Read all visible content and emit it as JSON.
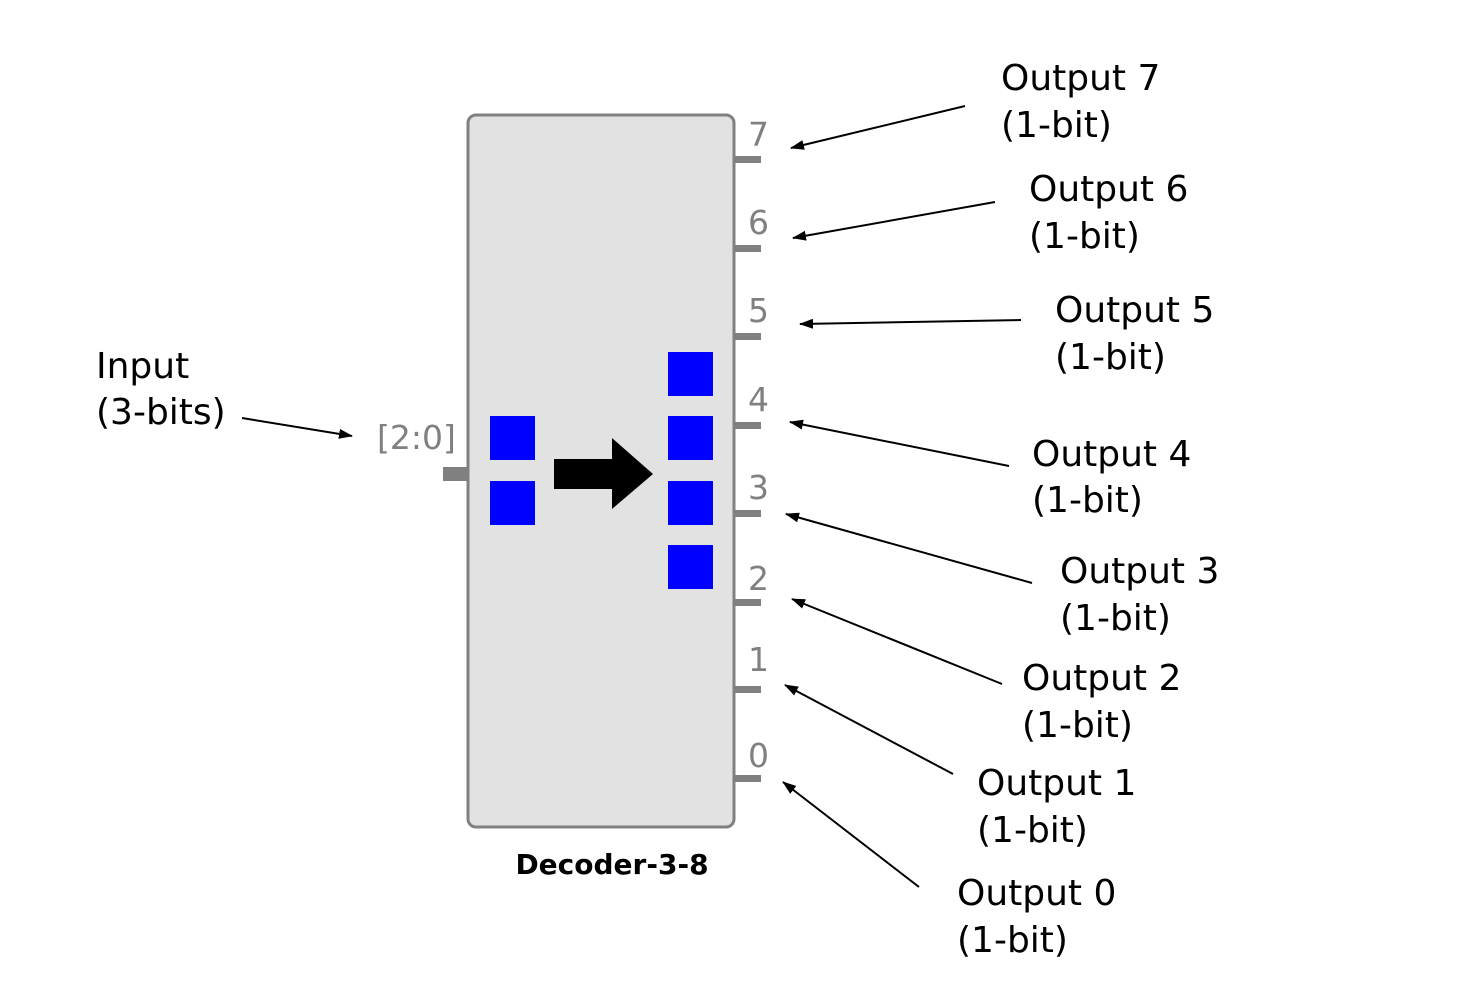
{
  "component": {
    "name": "Decoder-3-8",
    "input_pin_label": "[2:0]",
    "output_pin_labels": [
      "7",
      "6",
      "5",
      "4",
      "3",
      "2",
      "1",
      "0"
    ]
  },
  "input_annotation": {
    "line1": "Input",
    "line2": "(3-bits)"
  },
  "output_annotations": [
    {
      "line1": "Output 7",
      "line2": "(1-bit)"
    },
    {
      "line1": "Output 6",
      "line2": "(1-bit)"
    },
    {
      "line1": "Output 5",
      "line2": "(1-bit)"
    },
    {
      "line1": "Output 4",
      "line2": "(1-bit)"
    },
    {
      "line1": "Output 3",
      "line2": "(1-bit)"
    },
    {
      "line1": "Output 2",
      "line2": "(1-bit)"
    },
    {
      "line1": "Output 1",
      "line2": "(1-bit)"
    },
    {
      "line1": "Output 0",
      "line2": "(1-bit)"
    }
  ],
  "colors": {
    "body_fill": "#e2e2e2",
    "body_stroke": "#808080",
    "pin": "#808080",
    "icon_square": "#0000ff",
    "icon_arrow": "#000000"
  }
}
